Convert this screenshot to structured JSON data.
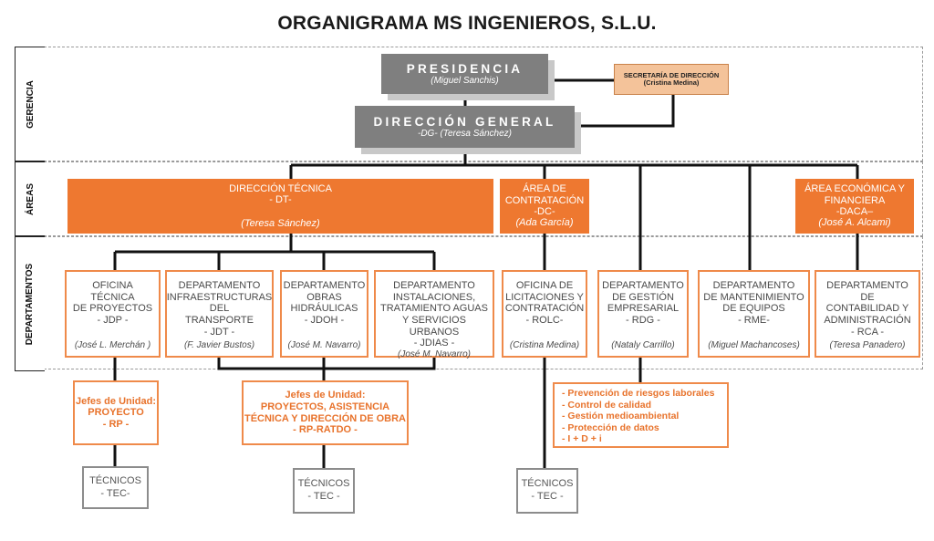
{
  "title": "ORGANIGRAMA MS INGENIEROS, S.L.U.",
  "bands": {
    "gerencia": "GERENCIA",
    "areas": "ÁREAS",
    "departamentos": "DEPARTAMENTOS"
  },
  "presidencia": {
    "title": "PRESIDENCIA",
    "person": "(Miguel Sanchis)"
  },
  "secretaria": {
    "title": "SECRETARÍA DE DIRECCIÓN",
    "person": "(Cristina Medina)"
  },
  "direccion_general": {
    "title": "DIRECCIÓN GENERAL",
    "person": "-DG- (Teresa Sánchez)"
  },
  "areas": {
    "tecnica": {
      "title": "DIRECCIÓN TÉCNICA",
      "code": "- DT-",
      "person": "(Teresa Sánchez)"
    },
    "contratacion": {
      "title1": "ÁREA DE",
      "title2": "CONTRATACIÓN",
      "code": "-DC-",
      "person": "(Ada García)"
    },
    "economica": {
      "title1": "ÁREA ECONÓMICA Y",
      "title2": "FINANCIERA",
      "code": "-DACA–",
      "person": "(José A. Alcami)"
    }
  },
  "departments": [
    {
      "lines": [
        "OFICINA TÉCNICA",
        "DE PROYECTOS",
        "- JDP -"
      ],
      "person": "(José L. Merchán )"
    },
    {
      "lines": [
        "DEPARTAMENTO",
        "INFRAESTRUCTURAS",
        "DEL",
        "TRANSPORTE",
        "- JDT -"
      ],
      "person": "(F. Javier Bustos)"
    },
    {
      "lines": [
        "DEPARTAMENTO",
        "OBRAS",
        "HIDRÁULICAS",
        "- JDOH -"
      ],
      "person": "(José M. Navarro)"
    },
    {
      "lines": [
        "DEPARTAMENTO",
        "INSTALACIONES,",
        "TRATAMIENTO AGUAS",
        "Y SERVICIOS URBANOS",
        "- JDIAS -"
      ],
      "person": "(José M. Navarro)"
    },
    {
      "lines": [
        "OFICINA DE",
        "LICITACIONES Y",
        "CONTRATACIÓN",
        "- ROLC-"
      ],
      "person": "(Cristina Medina)"
    },
    {
      "lines": [
        "DEPARTAMENTO",
        "DE GESTIÓN",
        "EMPRESARIAL",
        "- RDG -"
      ],
      "person": "(Nataly Carrillo)"
    },
    {
      "lines": [
        "DEPARTAMENTO",
        "DE MANTENIMIENTO",
        "DE EQUIPOS",
        "- RME-"
      ],
      "person": "(Miguel Machancoses)"
    },
    {
      "lines": [
        "DEPARTAMENTO DE",
        "CONTABILIDAD Y",
        "ADMINISTRACIÓN",
        "- RCA -"
      ],
      "person": "(Teresa Panadero)"
    }
  ],
  "jefes": [
    {
      "lines": [
        "Jefes de Unidad:",
        "PROYECTO",
        "- RP -"
      ]
    },
    {
      "lines": [
        "Jefes de Unidad:",
        "PROYECTOS, ASISTENCIA",
        "TÉCNICA Y DIRECCIÓN DE OBRA",
        "- RP-RATDO -"
      ]
    }
  ],
  "functions": [
    "-  Prevención de riesgos laborales",
    "-  Control de calidad",
    "-  Gestión medioambiental",
    "-  Protección de datos",
    "-  I + D + i"
  ],
  "tecnicos": [
    {
      "label": "TÉCNICOS",
      "code": "- TEC-"
    },
    {
      "label": "TÉCNICOS",
      "code": "- TEC -"
    },
    {
      "label": "TÉCNICOS",
      "code": "- TEC -"
    }
  ]
}
